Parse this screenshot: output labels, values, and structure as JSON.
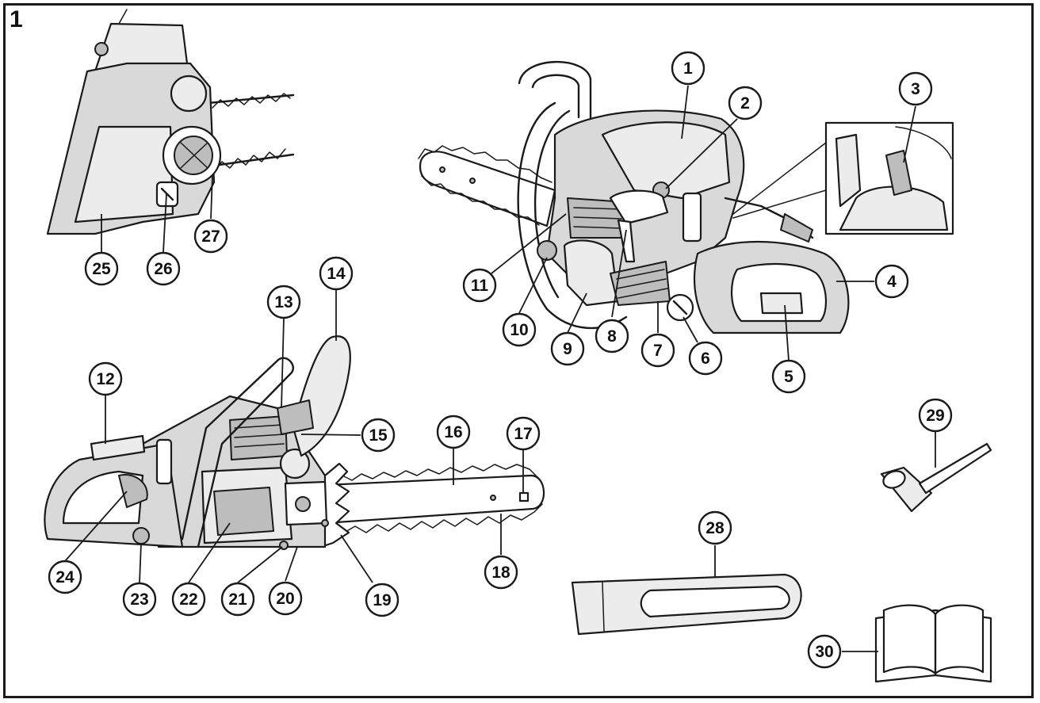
{
  "figure": {
    "number": "1"
  },
  "callouts": [
    {
      "label": "1"
    },
    {
      "label": "2"
    },
    {
      "label": "3"
    },
    {
      "label": "4"
    },
    {
      "label": "5"
    },
    {
      "label": "6"
    },
    {
      "label": "7"
    },
    {
      "label": "8"
    },
    {
      "label": "9"
    },
    {
      "label": "10"
    },
    {
      "label": "11"
    },
    {
      "label": "12"
    },
    {
      "label": "13"
    },
    {
      "label": "14"
    },
    {
      "label": "15"
    },
    {
      "label": "16"
    },
    {
      "label": "17"
    },
    {
      "label": "18"
    },
    {
      "label": "19"
    },
    {
      "label": "20"
    },
    {
      "label": "21"
    },
    {
      "label": "22"
    },
    {
      "label": "23"
    },
    {
      "label": "24"
    },
    {
      "label": "25"
    },
    {
      "label": "26"
    },
    {
      "label": "27"
    },
    {
      "label": "28"
    },
    {
      "label": "29"
    },
    {
      "label": "30"
    }
  ],
  "colors": {
    "ink": "#1a1a1a",
    "body_fill": "#d9d9d9",
    "background": "#ffffff"
  }
}
